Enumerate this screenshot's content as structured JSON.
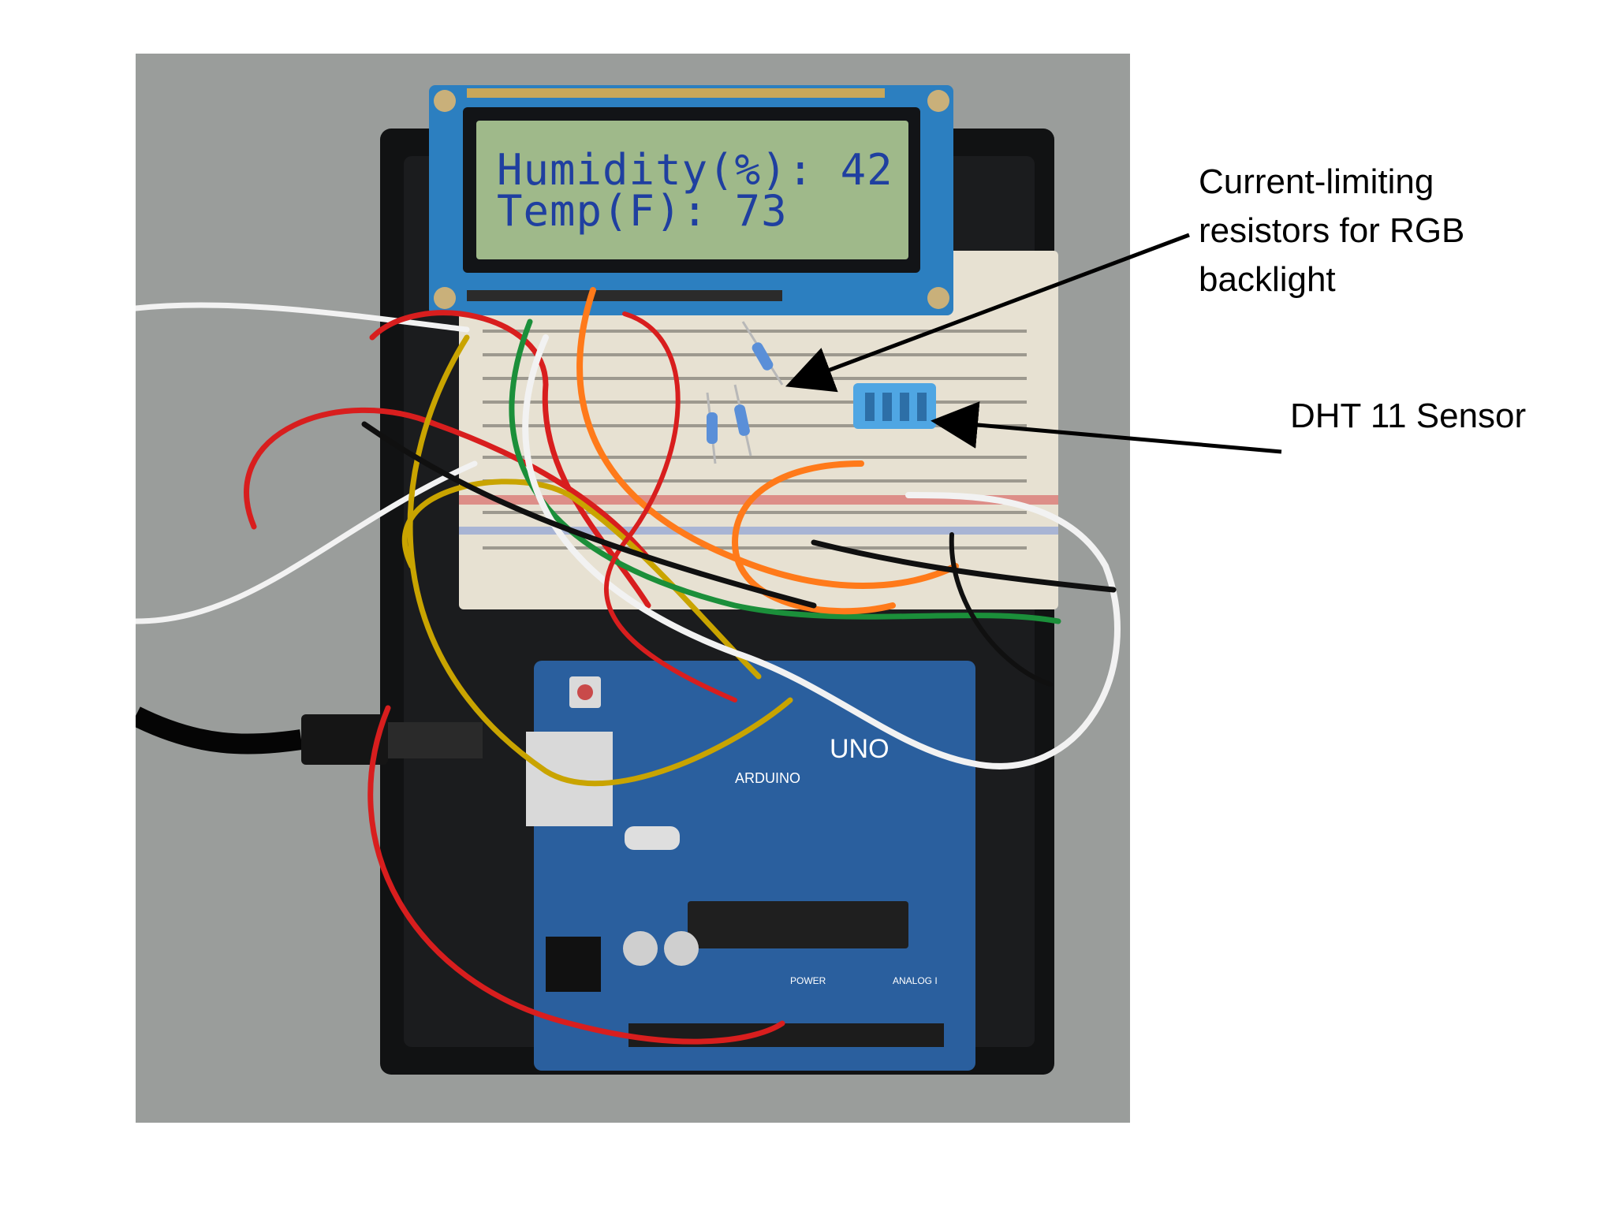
{
  "lcd": {
    "line1": "Humidity(%): 42",
    "line2": "Temp(F):  73"
  },
  "board": {
    "logo_text": "UNO",
    "brand_text": "ARDUINO",
    "power_label": "POWER",
    "analog_label": "ANALOG I"
  },
  "annotations": {
    "resistors": {
      "line1": "Current-limiting",
      "line2": "resistors for RGB",
      "line3": "backlight"
    },
    "sensor": "DHT 11 Sensor"
  },
  "colors": {
    "background_wall": "#9a9d9b",
    "lcd_screen": "#9fb98a",
    "lcd_text": "#1f3fa0",
    "pcb_blue": "#2a5f9e",
    "breadboard": "#e7e1d2"
  }
}
